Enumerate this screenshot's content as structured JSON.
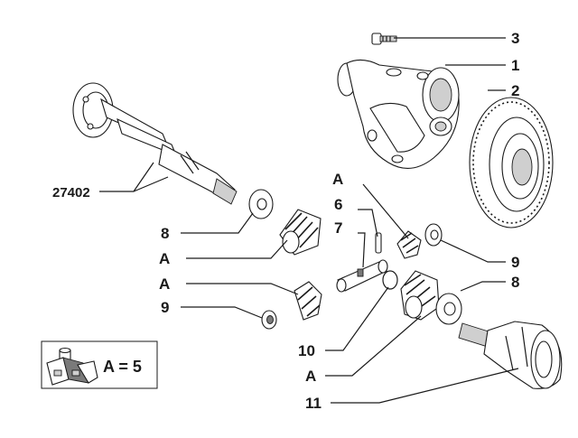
{
  "callouts": {
    "c3": "3",
    "c1": "1",
    "c2": "2",
    "c27402": "27402",
    "c8a": "8",
    "cA1": "A",
    "cA2": "A",
    "c9a": "9",
    "cA3": "A",
    "c6": "6",
    "c7": "7",
    "c9b": "9",
    "c8b": "8",
    "c10": "10",
    "cA4": "A",
    "c11": "11"
  },
  "legend": {
    "text": "A = 5"
  }
}
